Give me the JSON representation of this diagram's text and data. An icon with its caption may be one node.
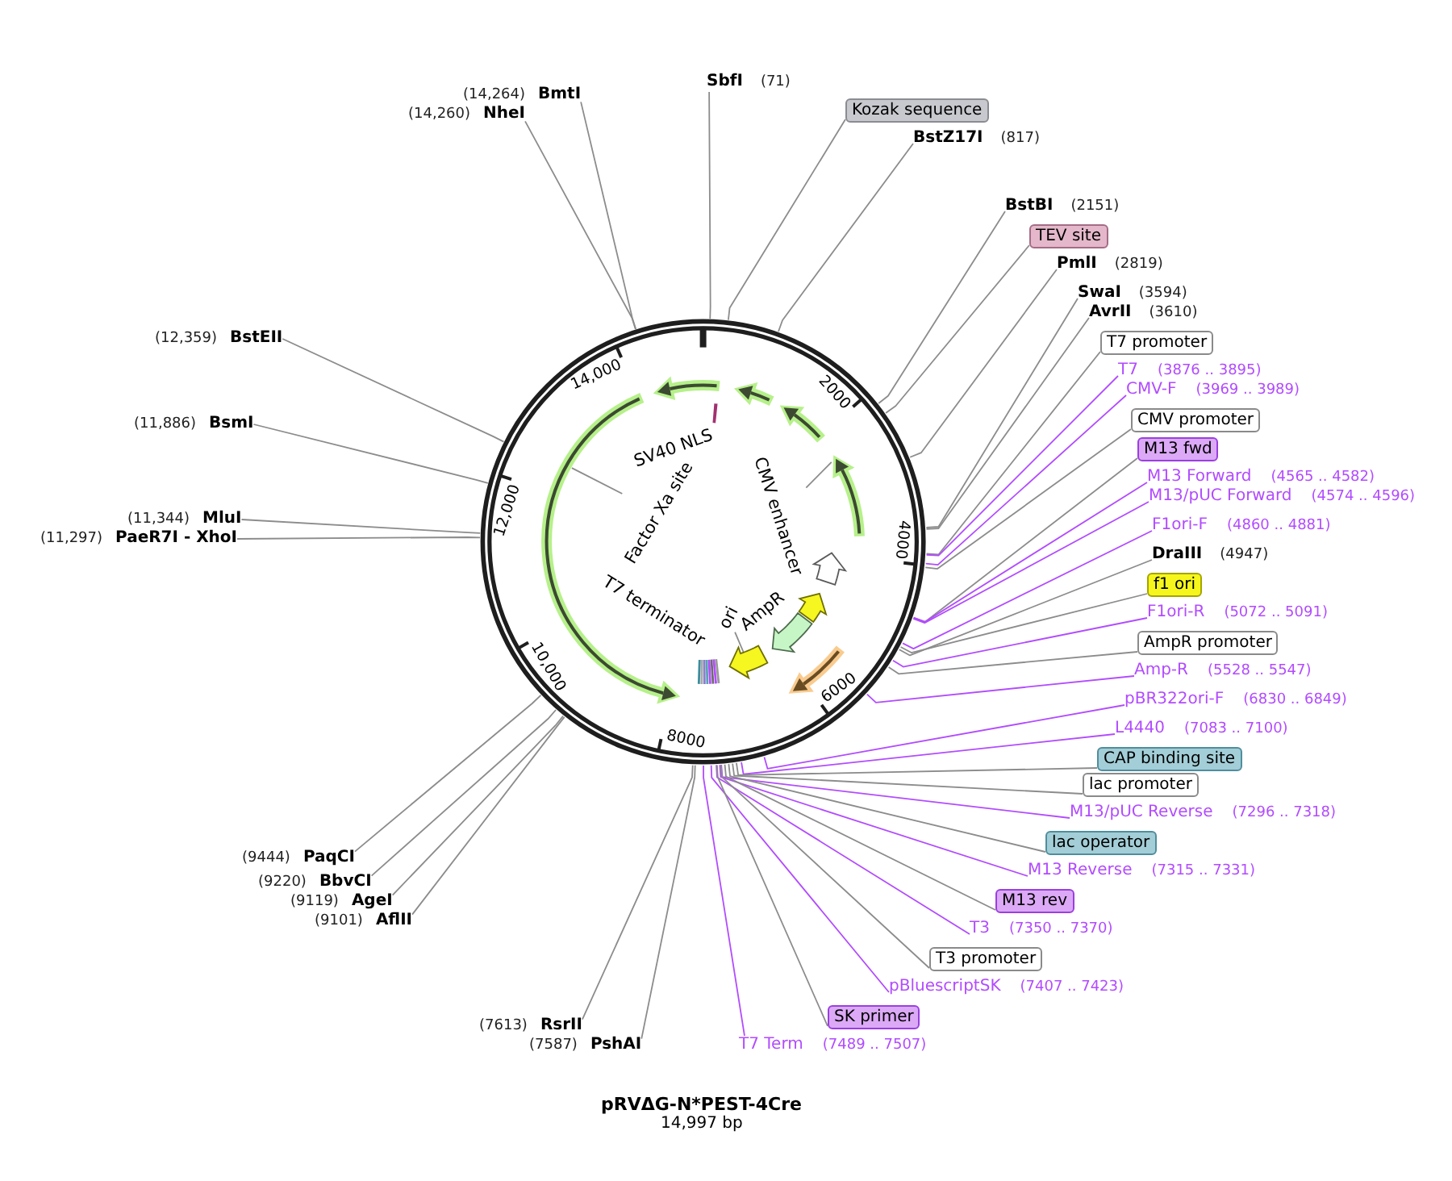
{
  "diagram": {
    "title": "pRVΔG-N*PEST-4Cre",
    "nodes": [
      {
        "text": [],
        "shape": "circle"
      },
      {
        "text": [
          "SbfI",
          "(71)"
        ]
      },
      {
        "text": [
          "Kozak sequence"
        ]
      },
      {
        "text": [
          "BstZ17I",
          "(817)"
        ]
      },
      {
        "text": [
          "BstBI",
          "(2151)"
        ]
      },
      {
        "text": [
          "TEV site"
        ]
      },
      {
        "text": [
          "PmlI",
          "(2819)"
        ]
      },
      {
        "text": [
          "SwaI",
          "(3594)"
        ]
      },
      {
        "text": [
          "AvrII",
          "(3610)"
        ]
      },
      {
        "text": [
          "T7 promoter"
        ]
      },
      {
        "text": [
          "T7",
          "(3876 .. 3895)"
        ]
      },
      {
        "text": [
          "CMV-F",
          "(3969 .. 3989)"
        ]
      },
      {
        "text": [
          "CMV promoter"
        ]
      },
      {
        "text": [
          "M13 fwd"
        ]
      },
      {
        "text": [
          "M13 Forward",
          "(4565 .. 4582)"
        ]
      },
      {
        "text": [
          "M13/pUC Forward",
          "(4574 .. 4596)"
        ]
      },
      {
        "text": [
          "F1ori-F",
          "(4860 .. 4881)"
        ]
      },
      {
        "text": [
          "DraIII",
          "(4947)"
        ]
      },
      {
        "text": [
          "f1 ori"
        ]
      },
      {
        "text": [
          "F1ori-R",
          "(5072 .. 5091)"
        ]
      },
      {
        "text": [
          "AmpR promoter"
        ]
      },
      {
        "text": [
          "Amp-R",
          "(5528 .. 5547)"
        ]
      },
      {
        "text": [
          "pBR322ori-F",
          "(6830 .. 6849)"
        ]
      },
      {
        "text": [
          "L4440",
          "(7083 .. 7100)"
        ]
      },
      {
        "text": [
          "CAP binding site"
        ]
      },
      {
        "text": [
          "lac promoter"
        ]
      },
      {
        "text": [
          "M13/pUC Reverse",
          "(7296 .. 7318)"
        ]
      },
      {
        "text": [
          "lac operator"
        ]
      },
      {
        "text": [
          "M13 Reverse",
          "(7315 .. 7331)"
        ]
      },
      {
        "text": [
          "M13 rev"
        ]
      },
      {
        "text": [
          "T3",
          "(7350 .. 7370)"
        ]
      },
      {
        "text": [
          "T3 promoter"
        ]
      },
      {
        "text": [
          "pBluescriptSK",
          "(7407 .. 7423)"
        ]
      },
      {
        "text": [
          "SK primer"
        ]
      },
      {
        "text": [
          "T7 Term",
          "(7489 .. 7507)"
        ]
      },
      {
        "text": [
          "(7587)",
          "PshAI"
        ]
      },
      {
        "text": [
          "(7613)",
          "RsrII"
        ]
      },
      {
        "text": [
          "(9101)",
          "AflII"
        ]
      },
      {
        "text": [
          "(9119)",
          "AgeI"
        ]
      },
      {
        "text": [
          "(9220)",
          "BbvCI"
        ]
      },
      {
        "text": [
          "(9444)",
          "PaqCI"
        ]
      },
      {
        "text": [
          "(11,297)",
          "PaeR7I - XhoI"
        ]
      },
      {
        "text": [
          "(11,344)",
          "MluI"
        ]
      },
      {
        "text": [
          "(11,886)",
          "BsmI"
        ]
      },
      {
        "text": [
          "(12,359)",
          "BstEII"
        ]
      },
      {
        "text": [
          "(14,260)",
          "NheI"
        ]
      },
      {
        "text": [
          "(14,264)",
          "BmtI"
        ]
      },
      {
        "text": [
          "SV40 NLS"
        ],
        "in": 0
      },
      {
        "text": [
          "Factor Xa site"
        ],
        "in": 0
      },
      {
        "text": [
          "CMV enhancer"
        ],
        "in": 0
      },
      {
        "text": [
          "T7 terminator"
        ],
        "in": 0
      },
      {
        "text": [
          "ori"
        ],
        "in": 0
      },
      {
        "text": [
          "AmpR"
        ],
        "in": 0
      },
      {
        "text": [],
        "shape": "arrow",
        "in": 0
      },
      {
        "text": [],
        "shape": "arrow",
        "in": 0
      },
      {
        "text": [],
        "shape": "arrow",
        "in": 0
      },
      {
        "text": [],
        "shape": "arrow",
        "in": 0
      },
      {
        "text": [],
        "shape": "arrow",
        "in": 0
      },
      {
        "text": [],
        "shape": "arrow",
        "in": 0
      },
      {
        "text": [],
        "shape": "arrow",
        "in": 0
      },
      {
        "text": [],
        "shape": "arrow",
        "in": 0
      },
      {
        "text": [],
        "shape": "arrow",
        "in": 0
      },
      {
        "text": [],
        "shape": "arrow",
        "in": 0
      },
      {
        "text": [],
        "shape": "bar",
        "in": 0
      }
    ],
    "edges": [
      {
        "from": 1,
        "to": 0,
        "arrow": "none"
      },
      {
        "from": 2,
        "to": 0,
        "arrow": "none"
      },
      {
        "from": 3,
        "to": 0,
        "arrow": "none"
      },
      {
        "from": 4,
        "to": 0,
        "arrow": "none"
      },
      {
        "from": 5,
        "to": 0,
        "arrow": "none"
      },
      {
        "from": 6,
        "to": 0,
        "arrow": "none"
      },
      {
        "from": 7,
        "to": 0,
        "arrow": "none"
      },
      {
        "from": 8,
        "to": 0,
        "arrow": "none"
      },
      {
        "from": 9,
        "to": 0,
        "arrow": "none"
      },
      {
        "from": 10,
        "to": 0,
        "arrow": "none",
        "color": "#b24cff"
      },
      {
        "from": 11,
        "to": 0,
        "arrow": "none",
        "color": "#b24cff"
      },
      {
        "from": 12,
        "to": 0,
        "arrow": "none"
      },
      {
        "from": 13,
        "to": 0,
        "arrow": "none"
      },
      {
        "from": 14,
        "to": 0,
        "arrow": "none",
        "color": "#b24cff"
      },
      {
        "from": 15,
        "to": 0,
        "arrow": "none",
        "color": "#b24cff"
      },
      {
        "from": 16,
        "to": 0,
        "arrow": "none",
        "color": "#b24cff"
      },
      {
        "from": 17,
        "to": 0,
        "arrow": "none"
      },
      {
        "from": 18,
        "to": 0,
        "arrow": "none"
      },
      {
        "from": 19,
        "to": 0,
        "arrow": "none",
        "color": "#b24cff"
      },
      {
        "from": 20,
        "to": 0,
        "arrow": "none"
      },
      {
        "from": 21,
        "to": 0,
        "arrow": "none",
        "color": "#b24cff"
      },
      {
        "from": 22,
        "to": 0,
        "arrow": "none",
        "color": "#b24cff"
      },
      {
        "from": 23,
        "to": 0,
        "arrow": "none",
        "color": "#b24cff"
      },
      {
        "from": 24,
        "to": 0,
        "arrow": "none"
      },
      {
        "from": 25,
        "to": 0,
        "arrow": "none"
      },
      {
        "from": 26,
        "to": 0,
        "arrow": "none",
        "color": "#b24cff"
      },
      {
        "from": 27,
        "to": 0,
        "arrow": "none"
      },
      {
        "from": 28,
        "to": 0,
        "arrow": "none",
        "color": "#b24cff"
      },
      {
        "from": 29,
        "to": 0,
        "arrow": "none"
      },
      {
        "from": 30,
        "to": 0,
        "arrow": "none",
        "color": "#b24cff"
      },
      {
        "from": 31,
        "to": 0,
        "arrow": "none"
      },
      {
        "from": 32,
        "to": 0,
        "arrow": "none",
        "color": "#b24cff"
      },
      {
        "from": 33,
        "to": 0,
        "arrow": "none"
      },
      {
        "from": 34,
        "to": 0,
        "arrow": "none",
        "color": "#b24cff"
      },
      {
        "from": 35,
        "to": 0,
        "arrow": "none"
      },
      {
        "from": 36,
        "to": 0,
        "arrow": "none"
      },
      {
        "from": 37,
        "to": 0,
        "arrow": "none"
      },
      {
        "from": 38,
        "to": 0,
        "arrow": "none"
      },
      {
        "from": 39,
        "to": 0,
        "arrow": "none"
      },
      {
        "from": 40,
        "to": 0,
        "arrow": "none"
      },
      {
        "from": 41,
        "to": 0,
        "arrow": "none"
      },
      {
        "from": 42,
        "to": 0,
        "arrow": "none"
      },
      {
        "from": 43,
        "to": 0,
        "arrow": "none"
      },
      {
        "from": 44,
        "to": 0,
        "arrow": "none"
      },
      {
        "from": 45,
        "to": 0,
        "arrow": "none"
      },
      {
        "from": 46,
        "to": 0,
        "arrow": "none"
      },
      {
        "from": 48,
        "to": 57,
        "arrow": "none"
      },
      {
        "from": 49,
        "to": 56,
        "arrow": "none"
      },
      {
        "from": 51,
        "to": 59,
        "arrow": "none"
      }
    ],
    "labels": [
      "2000",
      "4000",
      "6000",
      "8000",
      "10,000",
      "12,000",
      "14,000",
      "14,997 bp"
    ]
  }
}
